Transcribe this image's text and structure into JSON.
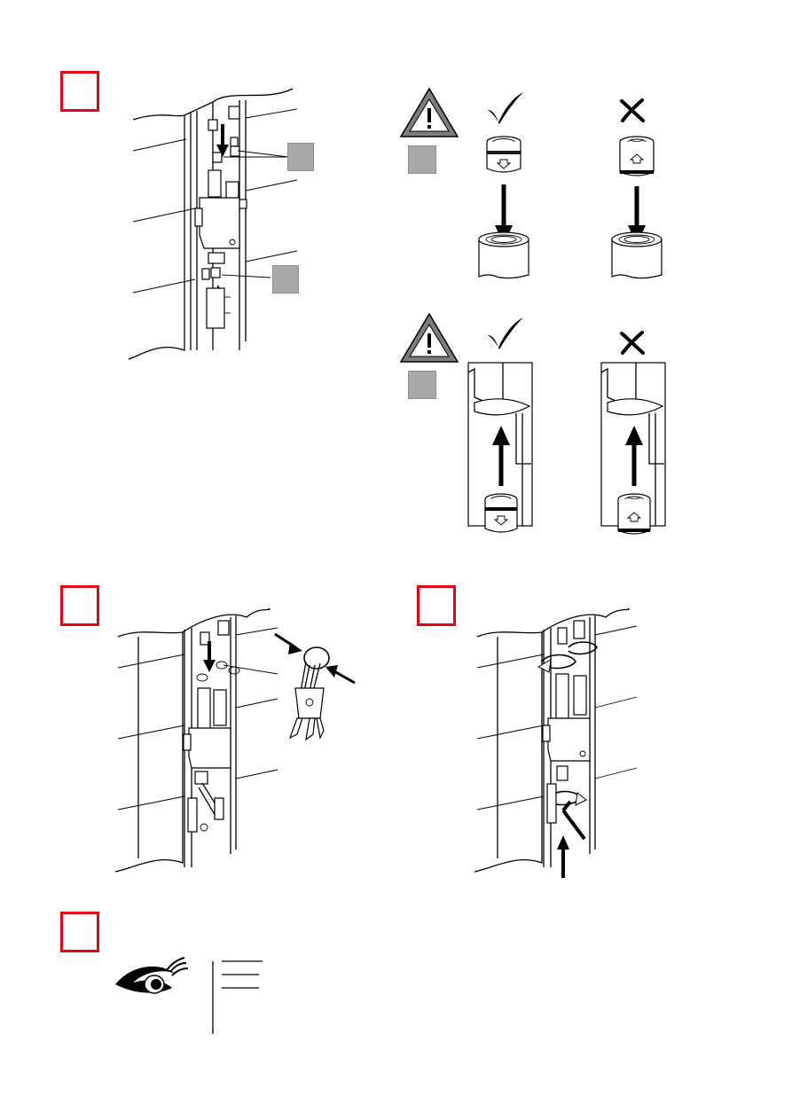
{
  "page": {
    "background": "#ffffff"
  },
  "colors": {
    "step_frame": "#e30613",
    "callout_gray": "#a9a9a9",
    "warning_fill": "#7d7d7d",
    "ink": "#000000"
  },
  "steps": [
    {
      "id": "step-a",
      "label": ""
    },
    {
      "id": "step-b",
      "label": ""
    },
    {
      "id": "step-c",
      "label": ""
    },
    {
      "id": "step-d",
      "label": ""
    }
  ],
  "warnings": [
    {
      "icon": "warning-triangle-icon",
      "mark": "!",
      "correct_icon": "checkmark-icon",
      "wrong_icon": "cross-icon"
    },
    {
      "icon": "warning-triangle-icon",
      "mark": "!",
      "correct_icon": "checkmark-icon",
      "wrong_icon": "cross-icon"
    }
  ],
  "inspection": {
    "icon": "eye-icon"
  }
}
